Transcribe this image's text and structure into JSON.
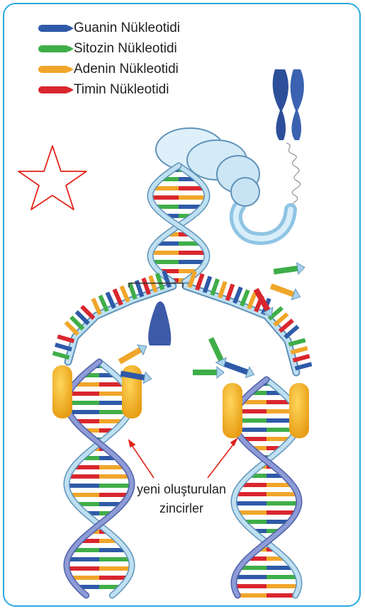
{
  "legend": [
    {
      "label": "Guanin Nükleotidi",
      "color": "#2f5aa8"
    },
    {
      "label": "Sitozin Nükleotidi",
      "color": "#3fae49"
    },
    {
      "label": "Adenin Nükleotidi",
      "color": "#f0a62a"
    },
    {
      "label": "Timin Nükleotidi",
      "color": "#d9262e"
    }
  ],
  "annotation": {
    "line1": "yeni oluşturulan",
    "line2": "zincirler"
  },
  "colors": {
    "frame": "#29a8e0",
    "backbone": "#bfe0f2",
    "backbone_edge": "#5f93b8",
    "new_backbone": "#6f7fc0",
    "enzyme": "#f2b72b",
    "helicase": "#3c5aa8",
    "arrow": "#e2231a",
    "star": "#e2231a",
    "chromosome": "#2d4f9a"
  },
  "icons": [
    "chromosome-icon",
    "star-icon",
    "helicase-icon",
    "polymerase-icon"
  ]
}
